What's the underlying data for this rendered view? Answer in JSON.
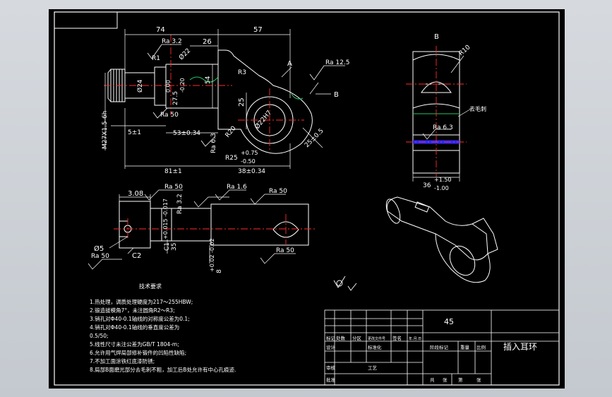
{
  "colors": {
    "background": "#000000",
    "lines": "#ffffff",
    "centerline": "#ff2a2a",
    "hatch": "#2a2aff",
    "accent_green": "#22c55e",
    "outer_bg": "#cdd2d8"
  },
  "front_view": {
    "dims": {
      "d74": "74",
      "d57": "57",
      "d26": "26",
      "d54": "54",
      "d25": "25",
      "d5": "5±1",
      "d53": "53±0.34",
      "d81": "81±1",
      "d38": "38±0.34",
      "r25": "R25",
      "r25_tol_up": "+0.75",
      "r25_tol_dn": "-0.50",
      "d25b": "25±0.5",
      "m27": "M27X1.5-6h",
      "phi24": "Ø24",
      "phi22": "Ø22",
      "d27": "27.5",
      "d27_up": "0.00",
      "d27_dn": "-0.20",
      "r1": "R1",
      "r3": "R3",
      "r20": "R20",
      "phi22h": "Ø22H7",
      "label_a": "A",
      "label_b": "B"
    },
    "rough": {
      "r32": "Ra 3.2",
      "r125": "Ra 12.5",
      "r50": "Ra 50",
      "r63": "Ra 6.3"
    }
  },
  "side_view_b": {
    "label": "B",
    "r10": "R10",
    "ra63": "Ra 6.3",
    "note": "去毛刺",
    "d36": "36",
    "d36_up": "+1.50",
    "d36_dn": "-1.00"
  },
  "top_view": {
    "d308": "3.08",
    "phi5": "Ø5",
    "c2": "C2",
    "c1": "C1",
    "d35": "35",
    "d35_tol": "+0.015 -0.017",
    "d8": "8",
    "d8_tol": "+0.02 -0.02",
    "ra50a": "Ra 50",
    "ra32": "Ra 3.2",
    "ra16": "Ra 1.6",
    "ra50b": "Ra 50",
    "ra50c": "Ra 50",
    "ra50d": "Ra 50"
  },
  "tech_notes": {
    "title": "技术要求",
    "lines": [
      "1.热处理，调质处理硬度为217～255HBW;",
      "2.锻造拔模角7°，未注圆角R2～R3;",
      "3.销孔对Φ40-0.1轴线的对称度公差为0.1;",
      "4.销孔对Φ40-0.1轴线的垂直度公差为",
      "0.5/50;",
      "5.线性尺寸未注公差为GB/T 1804-m;",
      "6.允许用气焊局部修补锻件的凹陷性缺陷;",
      "7.不加工面涂铁红底漆防锈;",
      "8.局部B面磨光部分去毛刺不粗，加工后B处允许有中心孔痕迹."
    ]
  },
  "title_block": {
    "material": "45",
    "part_name": "插入耳环",
    "cells": [
      "标记",
      "处数",
      "分区",
      "更改文件号",
      "签名",
      "年.月.日",
      "设计",
      "标准化",
      "阶段标记",
      "重量",
      "比例",
      "审核",
      "工艺",
      "批准",
      "共",
      "张",
      "第",
      "张"
    ]
  }
}
